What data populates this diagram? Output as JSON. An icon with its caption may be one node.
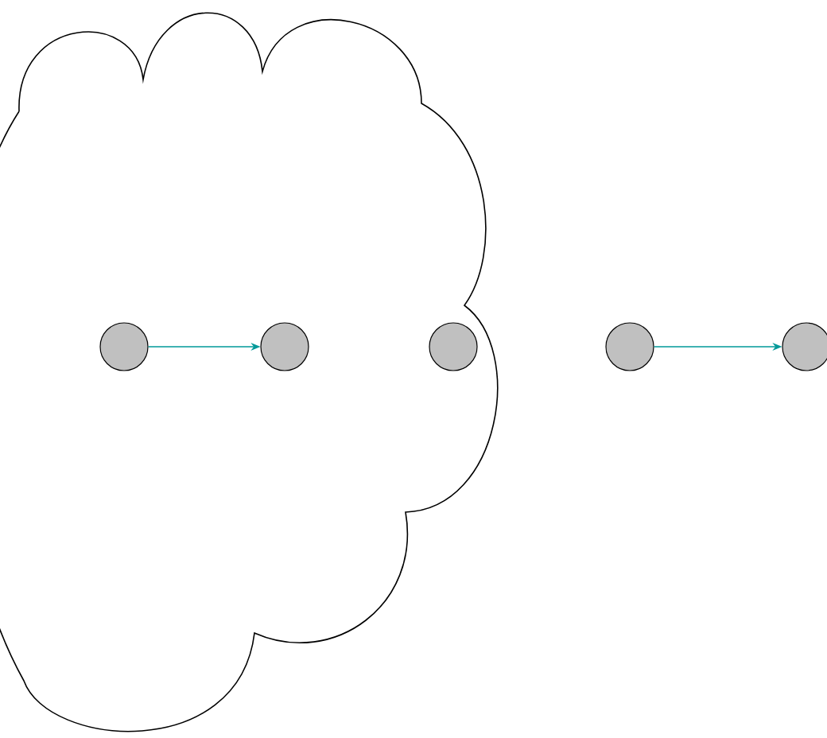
{
  "diagram": {
    "nodes": [
      {
        "text": [],
        "shape": "cloud"
      },
      {
        "text": [],
        "shape": "circle",
        "in": 0
      },
      {
        "text": [],
        "shape": "circle",
        "in": 0
      },
      {
        "text": [],
        "shape": "circle",
        "in": 0
      },
      {
        "text": [],
        "shape": "circle"
      },
      {
        "text": [],
        "shape": "circle"
      }
    ],
    "edges": [
      {
        "from": 1,
        "to": 2,
        "arrow": "to",
        "color": "#009999"
      },
      {
        "from": 4,
        "to": 5,
        "arrow": "to",
        "color": "#009999"
      }
    ]
  }
}
